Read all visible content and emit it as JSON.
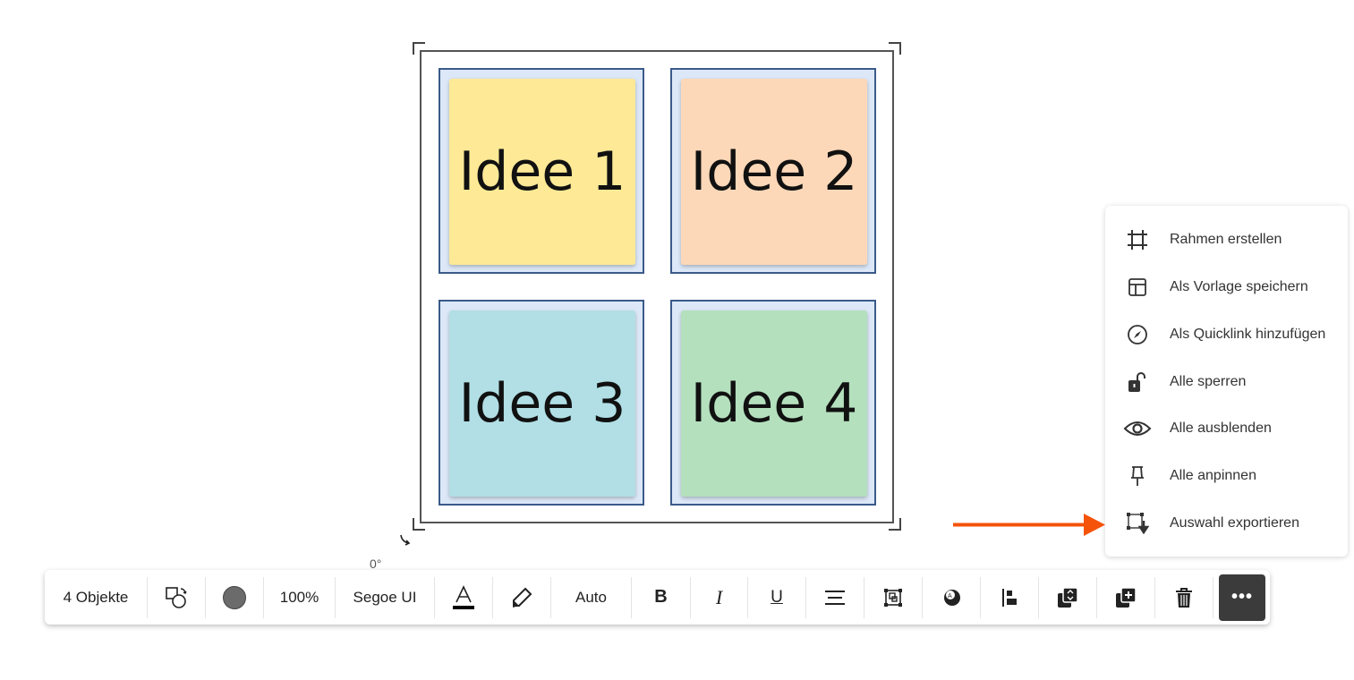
{
  "canvas": {
    "notes": [
      {
        "label": "Idee 1",
        "color": "#fde996"
      },
      {
        "label": "Idee 2",
        "color": "#fdd8b8"
      },
      {
        "label": "Idee 3",
        "color": "#b1dfe5"
      },
      {
        "label": "Idee 4",
        "color": "#b4e0be"
      }
    ],
    "rotation": "0°"
  },
  "toolbar": {
    "count": "4 Objekte",
    "zoom": "100%",
    "font": "Segoe UI",
    "size": "Auto",
    "more": "•••"
  },
  "menu": {
    "items": [
      {
        "label": "Rahmen erstellen",
        "icon": "frame-icon"
      },
      {
        "label": "Als Vorlage speichern",
        "icon": "template-icon"
      },
      {
        "label": "Als Quicklink hinzufügen",
        "icon": "compass-icon"
      },
      {
        "label": "Alle sperren",
        "icon": "unlock-icon"
      },
      {
        "label": "Alle ausblenden",
        "icon": "eye-icon"
      },
      {
        "label": "Alle anpinnen",
        "icon": "pin-icon"
      },
      {
        "label": "Auswahl exportieren",
        "icon": "export-icon"
      }
    ]
  },
  "colors": {
    "accent_arrow": "#f5530a",
    "more_button": "#3b3b3b"
  }
}
